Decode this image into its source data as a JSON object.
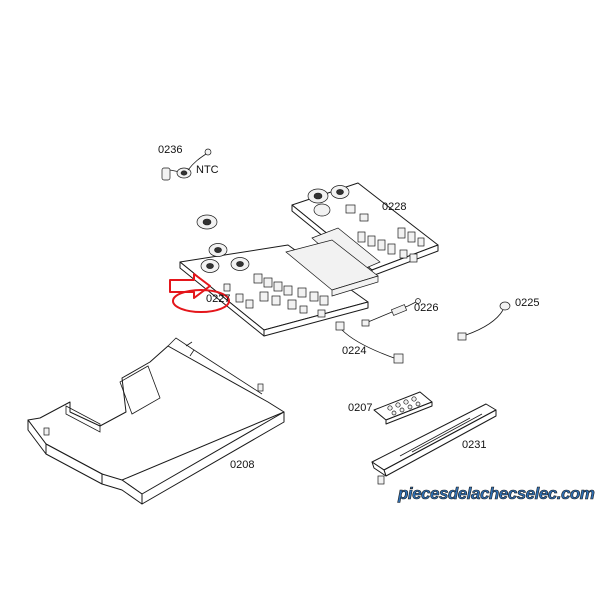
{
  "labels": {
    "p0236": "0236",
    "ntc": "NTC",
    "p0228": "0228",
    "p0227": "0227",
    "p0226": "0226",
    "p0225": "0225",
    "p0224": "0224",
    "p0207": "0207",
    "p0231": "0231",
    "p0208": "0208"
  },
  "watermark": {
    "text": "piecesdelachecselec.com"
  },
  "colors": {
    "highlight": "#e4161b",
    "line": "#1a1a1a",
    "watermark_fill": "#2f6fb3"
  }
}
